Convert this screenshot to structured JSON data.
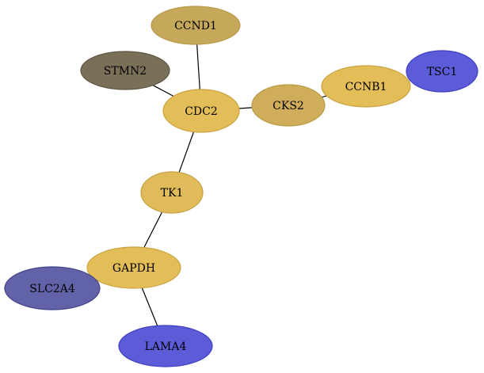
{
  "nodes": [
    {
      "id": "CCND1",
      "label": "CCND1",
      "fill": "#c6a85a"
    },
    {
      "id": "STMN2",
      "label": "STMN2",
      "fill": "#7a7058"
    },
    {
      "id": "CDC2",
      "label": "CDC2",
      "fill": "#e3bd57"
    },
    {
      "id": "CKS2",
      "label": "CKS2",
      "fill": "#d0ad5a"
    },
    {
      "id": "CCNB1",
      "label": "CCNB1",
      "fill": "#e3bd57"
    },
    {
      "id": "TSC1",
      "label": "TSC1",
      "fill": "#5c5cd8"
    },
    {
      "id": "TK1",
      "label": "TK1",
      "fill": "#dfbb5a"
    },
    {
      "id": "GAPDH",
      "label": "GAPDH",
      "fill": "#e3bd57"
    },
    {
      "id": "SLC2A4",
      "label": "SLC2A4",
      "fill": "#6262a8"
    },
    {
      "id": "LAMA4",
      "label": "LAMA4",
      "fill": "#5c5cd8"
    }
  ],
  "edges": [
    {
      "source": "CCND1",
      "target": "CDC2"
    },
    {
      "source": "STMN2",
      "target": "CDC2"
    },
    {
      "source": "CDC2",
      "target": "CKS2"
    },
    {
      "source": "CKS2",
      "target": "CCNB1"
    },
    {
      "source": "CDC2",
      "target": "TK1"
    },
    {
      "source": "TK1",
      "target": "GAPDH"
    },
    {
      "source": "GAPDH",
      "target": "LAMA4"
    }
  ]
}
